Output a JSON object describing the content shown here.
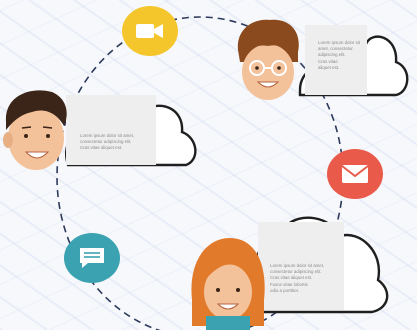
{
  "colors": {
    "video_bg": "#f5c62b",
    "mail_bg": "#ea5a4a",
    "chat_bg": "#3aa2b1",
    "dash_line": "#2e3a5c",
    "cloud_outline": "#1f1f1f",
    "skin": "#f3c29a",
    "hair_dark": "#3b2418",
    "hair_brown": "#8a4a1e",
    "hair_orange": "#e27a2c"
  },
  "icons": {
    "video": "video-camera-icon",
    "mail": "envelope-icon",
    "chat": "chat-bubble-icon"
  },
  "people": {
    "man_left": {
      "lines": [
        "Lorem ipsum dolor sit amet,",
        "consectetur adipiscing elit.",
        "Cras vitae aliquet est."
      ]
    },
    "man_glasses": {
      "lines": [
        "Lorem ipsum dolor sit",
        "amet, consectetur",
        "adipiscing elit.",
        "Cras vitae",
        "aliquet est."
      ]
    },
    "woman": {
      "lines": [
        "Lorem ipsum dolor sit amet,",
        "consectetur adipiscing elit.",
        "Cras vitae aliquet est.",
        "Fusce vitae lobortis",
        "odio a porttitor."
      ]
    }
  }
}
